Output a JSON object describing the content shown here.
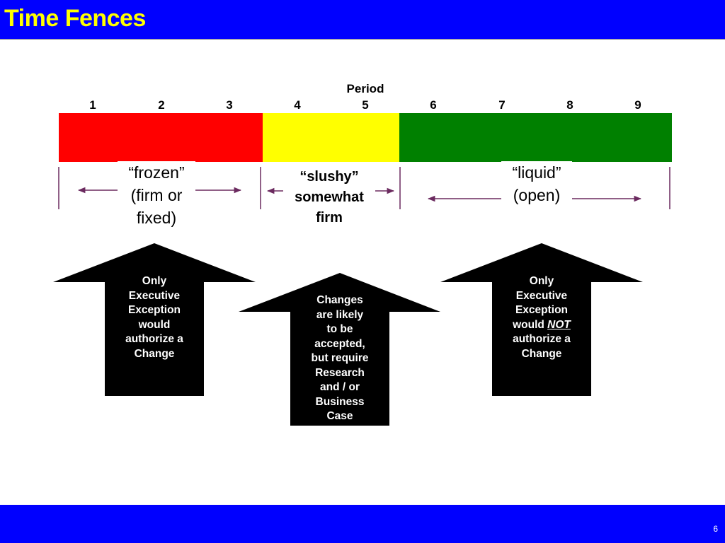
{
  "slide": {
    "title": "Time Fences",
    "page_number": "6"
  },
  "timeline": {
    "axis_label": "Period",
    "periods": [
      "1",
      "2",
      "3",
      "4",
      "5",
      "6",
      "7",
      "8",
      "9"
    ]
  },
  "zones": [
    {
      "id": "frozen",
      "color": "#FF0000",
      "line1": "“frozen”",
      "line2": "(firm or",
      "line3": "fixed)"
    },
    {
      "id": "slushy",
      "color": "#FFFF00",
      "line1": "“slushy”",
      "line2": "somewhat",
      "line3": "firm"
    },
    {
      "id": "liquid",
      "color": "#008000",
      "line1": "“liquid”",
      "line2": "(open)"
    }
  ],
  "arrows": [
    {
      "id": "frozen-policy",
      "lines": [
        "Only",
        "Executive",
        "Exception",
        "would",
        "authorize a",
        "Change"
      ]
    },
    {
      "id": "slushy-policy",
      "lines": [
        "Changes",
        "are likely",
        "to be",
        "accepted,",
        "but require",
        "Research",
        "and / or",
        "Business",
        "Case"
      ]
    },
    {
      "id": "liquid-policy",
      "line1": "Only",
      "line2": "Executive",
      "line3": "Exception",
      "line4_prefix": "would ",
      "line4_emphasis": "NOT",
      "line5": "authorize a",
      "line6": "Change"
    }
  ],
  "colors": {
    "header_footer": "#0000FF",
    "title_text": "#FFFF00",
    "arrow_fill": "#000000",
    "bracket_line": "#6B2A5F"
  }
}
